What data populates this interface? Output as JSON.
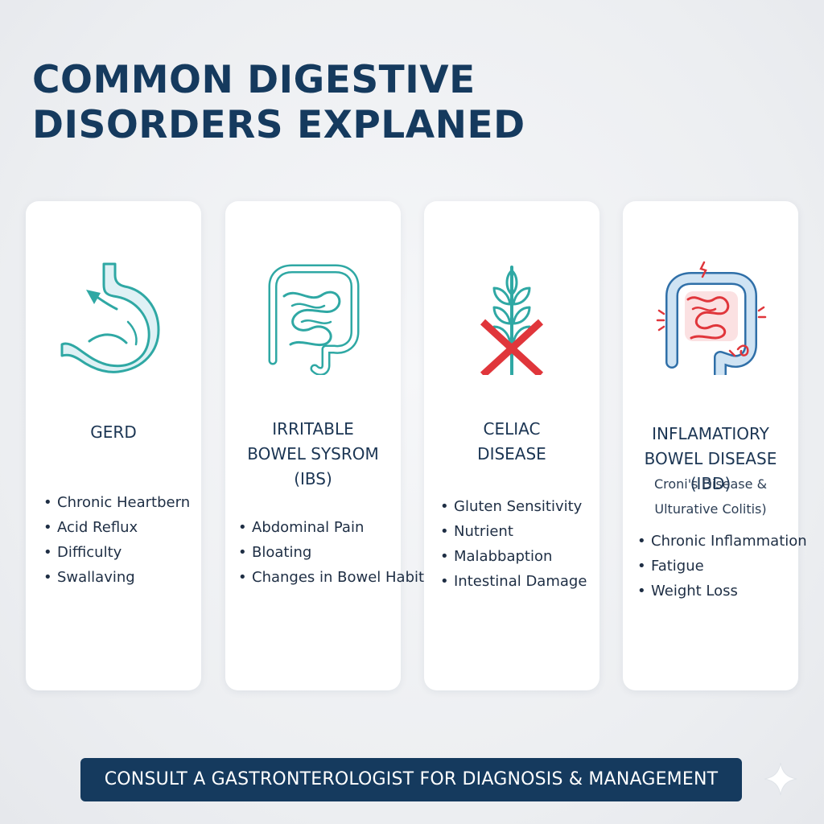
{
  "title": {
    "line1": "COMMON DIGESTIVE",
    "line2": "DISORDERS EXPLANED"
  },
  "cards": [
    {
      "icon": "stomach-icon",
      "name_lines": [
        "GERD"
      ],
      "subtitle_lines": [],
      "items": [
        "Chronic Heartbern",
        "Acid Reflux",
        "Difficulty",
        "Swallaving"
      ]
    },
    {
      "icon": "intestines-icon",
      "name_lines": [
        "IRRITABLE",
        "BOWEL SYSROM",
        "(IBS)"
      ],
      "subtitle_lines": [],
      "items": [
        "Abdominal Pain",
        "Bloating",
        "Changes in Bowel Habits"
      ]
    },
    {
      "icon": "crossed-wheat-icon",
      "name_lines": [
        "CELIAC",
        "DISEASE"
      ],
      "subtitle_lines": [],
      "items": [
        "Gluten Sensitivity",
        "Nutrient",
        "Malabbaption",
        "Intestinal Damage"
      ]
    },
    {
      "icon": "inflamed-colon-icon",
      "name_lines": [
        "INFLAMATIORY",
        "BOWEL DISEASE (IBD)"
      ],
      "subtitle_lines": [
        "Croni's Disease &",
        "Ulturative Colitis)"
      ],
      "items": [
        "Chronic Inflammation",
        "Fatigue",
        "Weight Loss"
      ]
    }
  ],
  "footer": {
    "label": "CONSULT A GASTRONTEROLOGIST FOR DIAGNOSIS & MANAGEMENT"
  },
  "colors": {
    "navy": "#153a5e",
    "teal": "#2fa8a4",
    "alert_red": "#e0363b",
    "icon_blue": "#2f6fa8",
    "background": "#eef0f3"
  }
}
